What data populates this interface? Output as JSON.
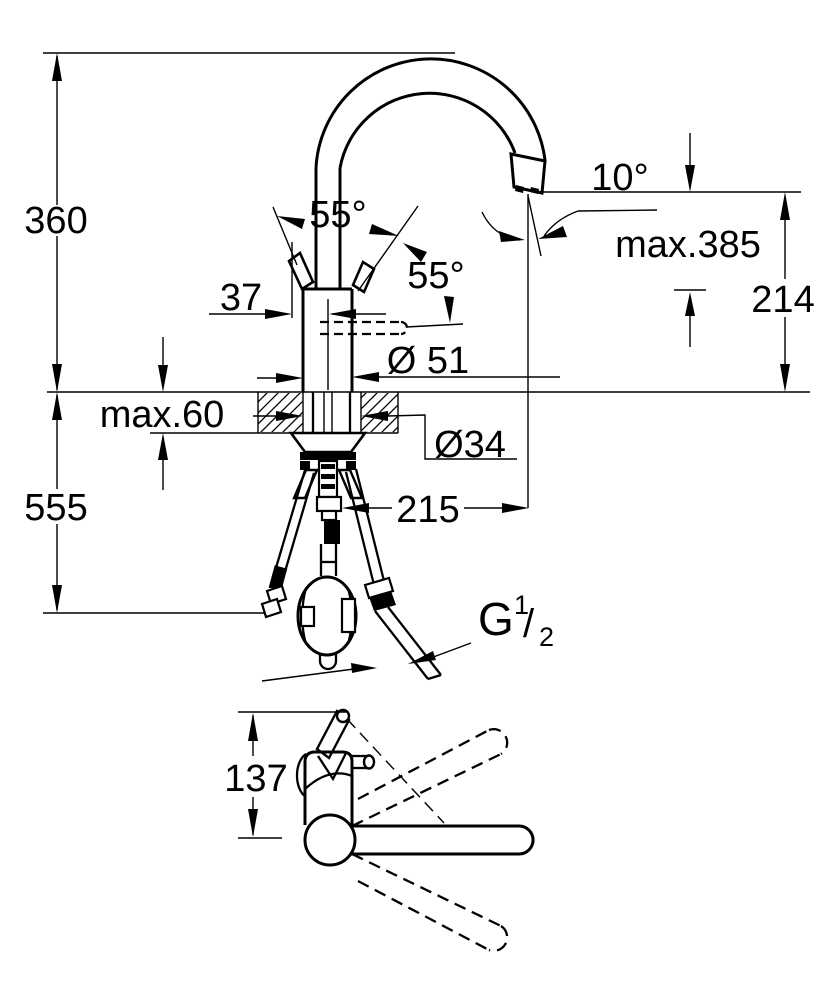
{
  "page": {
    "background": "#ffffff",
    "ink": "#000000",
    "type": "faucet technical dimension drawing"
  },
  "side_view": {
    "dim_height_above_counter": "360",
    "dim_height_below_counter": "555",
    "dim_max_mounting_thickness": "max.60",
    "dim_lever_offset": "37",
    "dim_lever_angle_left": "55°",
    "dim_lever_angle_right": "55°",
    "dim_body_diameter": "Ø 51",
    "dim_hole_diameter": "Ø34",
    "dim_spout_reach": "215",
    "dim_spout_outlet_angle": "10°",
    "dim_max_height": "max.385",
    "dim_outlet_height": "214",
    "thread": {
      "g": "G",
      "numerator": "1",
      "slash": "/",
      "denominator": "2"
    }
  },
  "top_view": {
    "dim_lever_reach": "137"
  }
}
